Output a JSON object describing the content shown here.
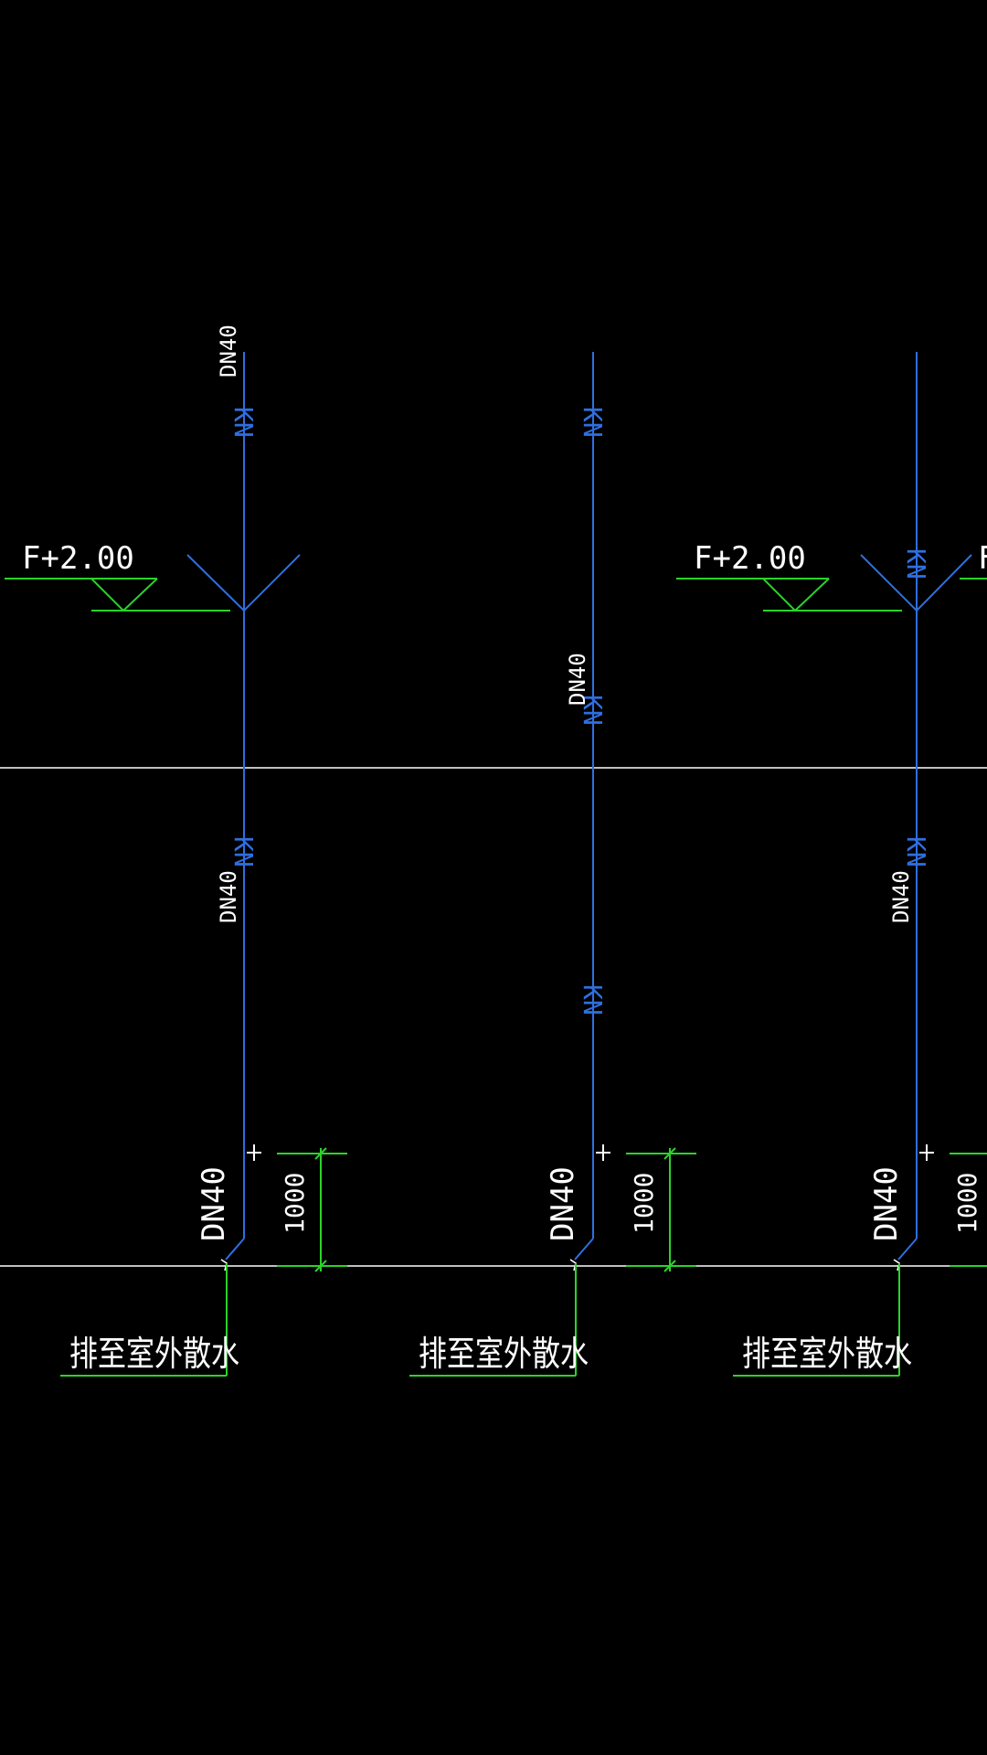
{
  "drawing": {
    "background": "#000000",
    "colors": {
      "pipe": "#2f6fe0",
      "annotation": "#2bd32b",
      "text": "#ffffff",
      "floor_line": "#ffffff"
    },
    "pipe_code": "KN",
    "pipe_size": "DN40",
    "elevation": "F+2.00",
    "dimension": "1000",
    "discharge_note": "排至室外散水"
  }
}
